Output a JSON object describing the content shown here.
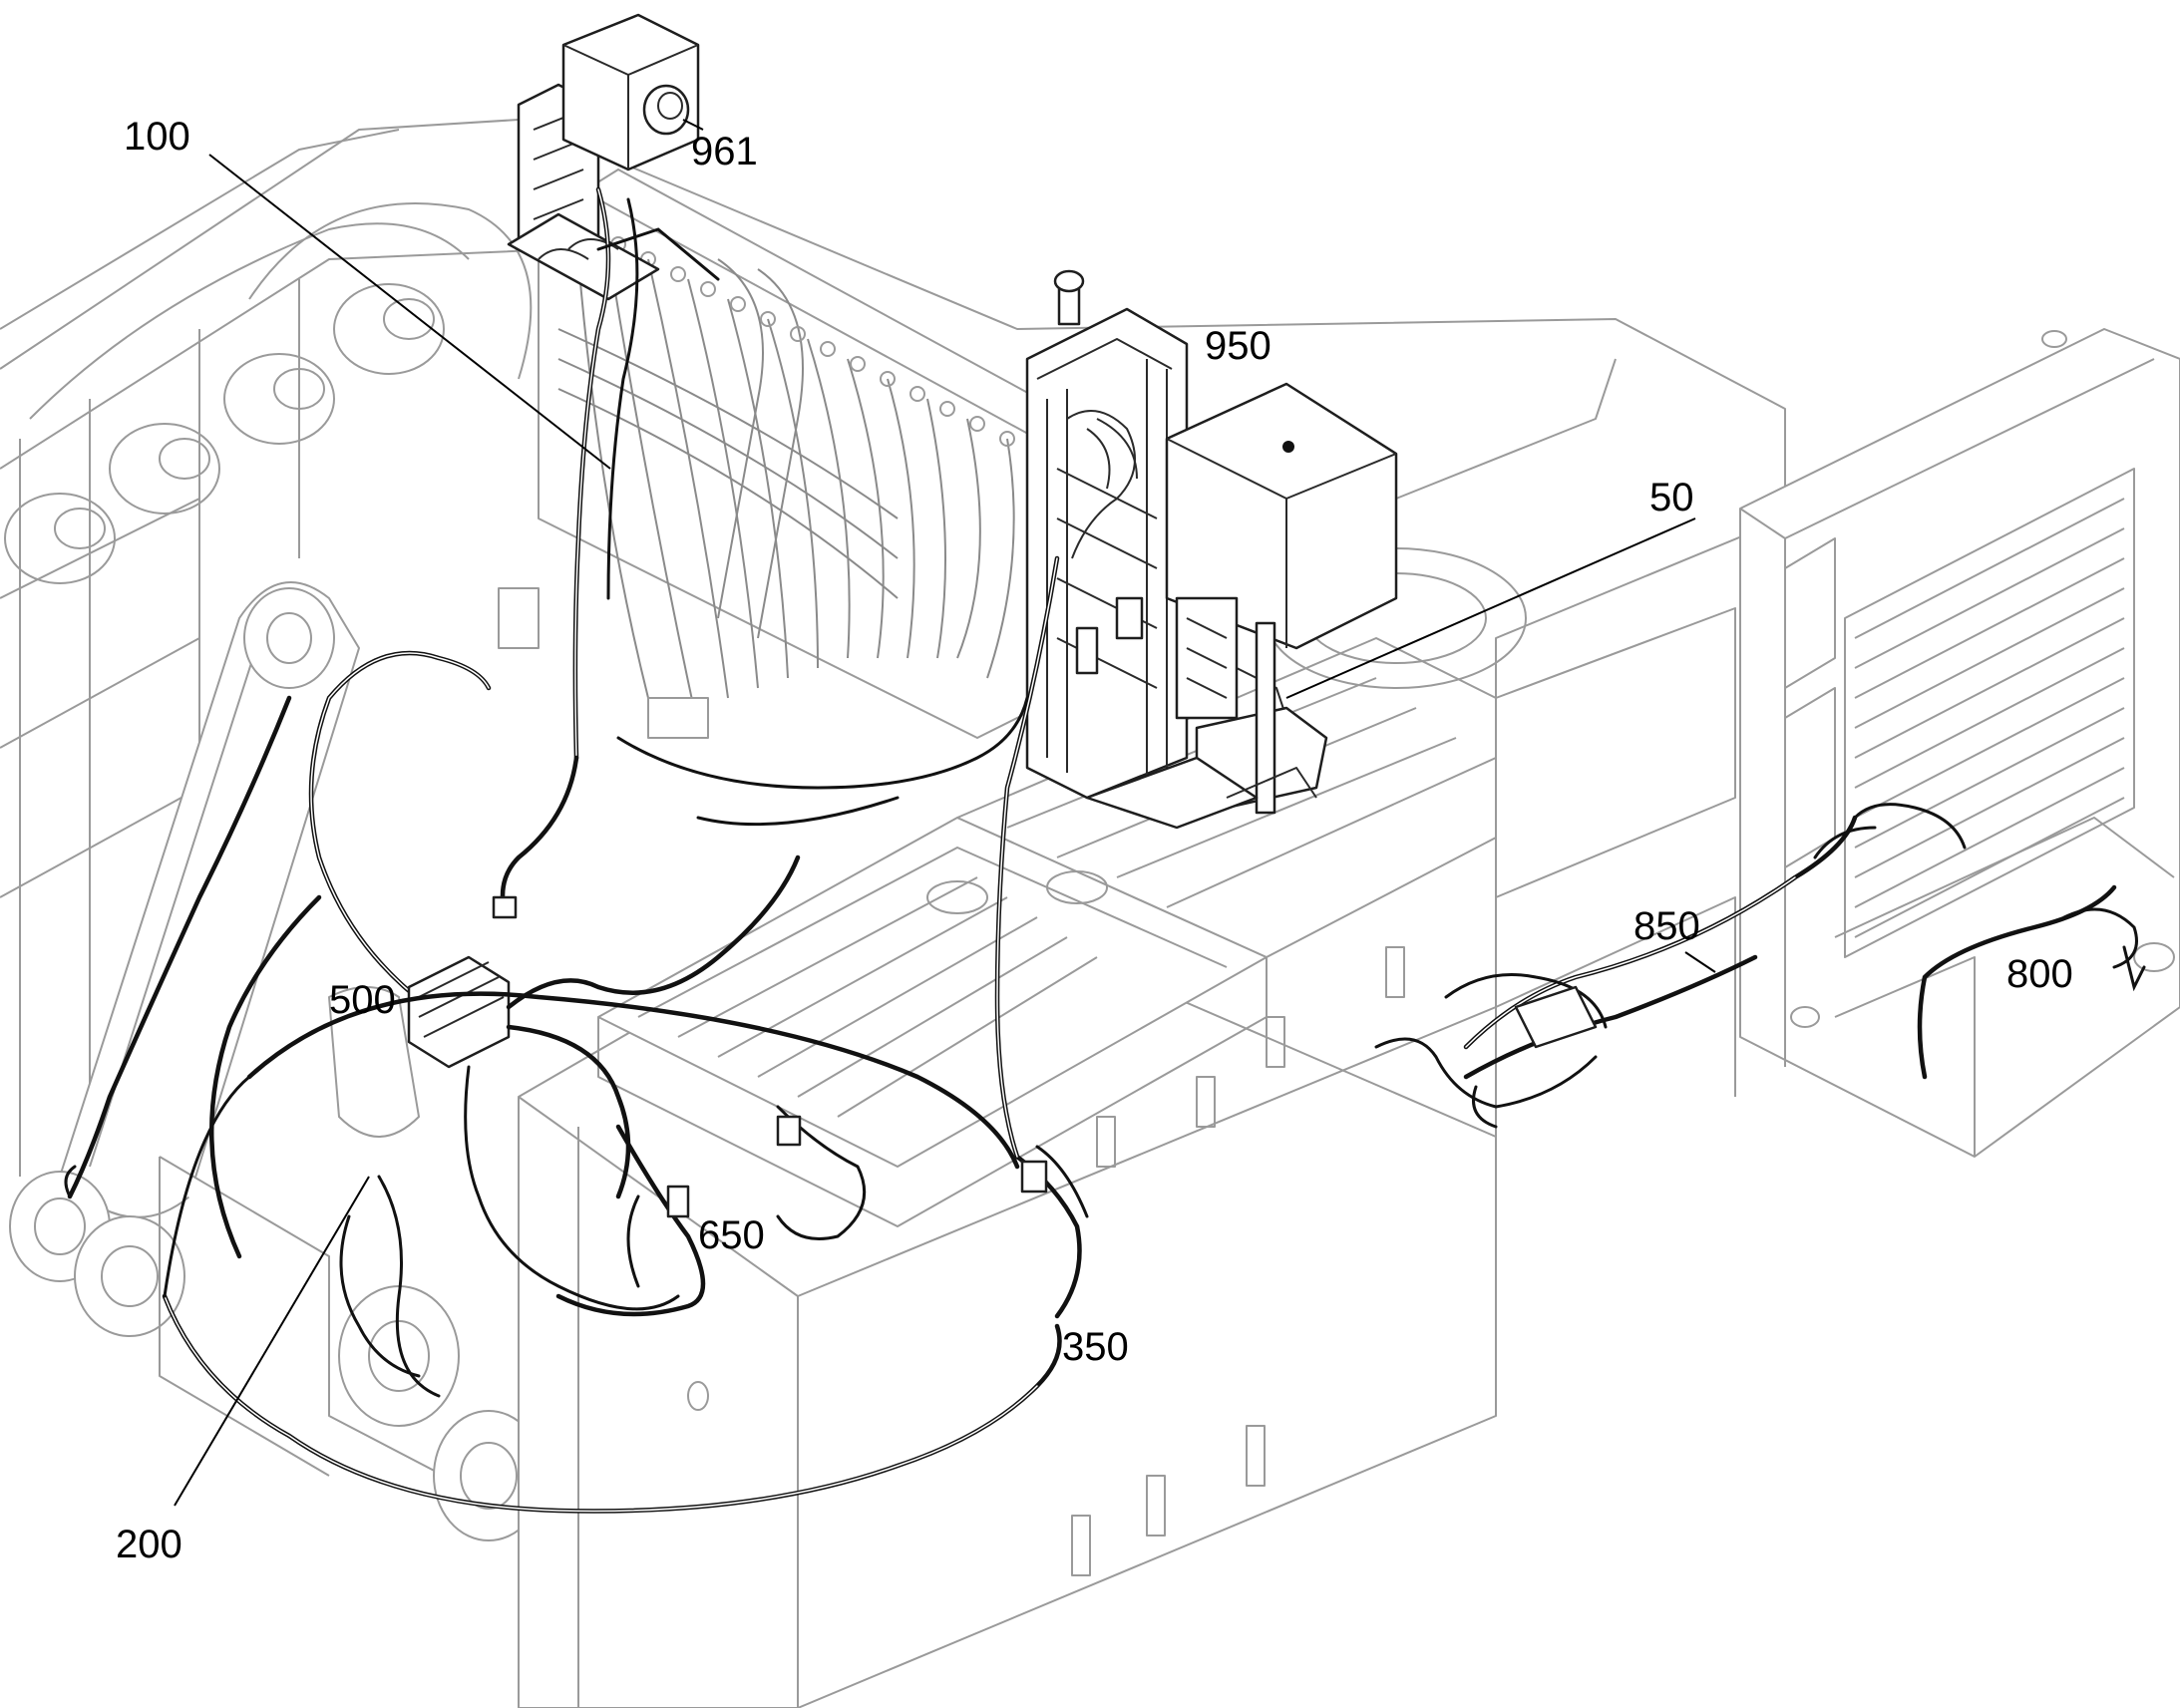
{
  "figure": {
    "labels": {
      "l100": "100",
      "l961": "961",
      "l950": "950",
      "l50": "50",
      "l850": "850",
      "l800": "800",
      "l500": "500",
      "l650": "650",
      "l350": "350",
      "l200": "200"
    }
  },
  "colors": {
    "frame": "#9a9a9a",
    "component": "#1e1e1e",
    "cable": "#111111",
    "background": "#ffffff"
  }
}
